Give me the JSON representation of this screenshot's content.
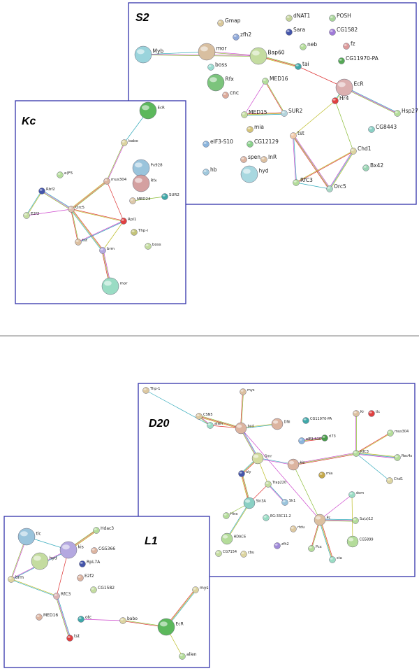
{
  "panels": [
    {
      "id": "S2",
      "label": "S2",
      "nodes": [
        {
          "id": "Gmap",
          "label": "Gmap",
          "color": "#d8c79a",
          "size": "s"
        },
        {
          "id": "dNAT1",
          "label": "dNAT1",
          "color": "#c4d39a",
          "size": "s"
        },
        {
          "id": "POSH",
          "label": "POSH",
          "color": "#a8d49a",
          "size": "s"
        },
        {
          "id": "zfh2",
          "label": "zfh2",
          "color": "#8fa8d8",
          "size": "s"
        },
        {
          "id": "Sara",
          "label": "Sara",
          "color": "#4455aa",
          "size": "s"
        },
        {
          "id": "CG1582",
          "label": "CG1582",
          "color": "#a07ad8",
          "size": "s"
        },
        {
          "id": "Myb",
          "label": "Myb",
          "color": "#9ad4dc",
          "size": "l"
        },
        {
          "id": "mor",
          "label": "mor",
          "color": "#d8bfa0",
          "size": "l"
        },
        {
          "id": "Bap60",
          "label": "Bap60",
          "color": "#c4dca0",
          "size": "l"
        },
        {
          "id": "neb",
          "label": "neb",
          "color": "#b4dc9a",
          "size": "s"
        },
        {
          "id": "fz",
          "label": "fz",
          "color": "#dc9a9a",
          "size": "s"
        },
        {
          "id": "CG11970-PA",
          "label": "CG11970-PA",
          "color": "#55a855",
          "size": "s"
        },
        {
          "id": "boss",
          "label": "boss",
          "color": "#9adcd0",
          "size": "s"
        },
        {
          "id": "tai",
          "label": "tai",
          "color": "#3fa8a8",
          "size": "s"
        },
        {
          "id": "Rfx",
          "label": "Rfx",
          "color": "#7cc47c",
          "size": "l"
        },
        {
          "id": "cnc",
          "label": "cnc",
          "color": "#dcaa9a",
          "size": "s"
        },
        {
          "id": "MED16",
          "label": "MED16",
          "color": "#b4dc9a",
          "size": "s"
        },
        {
          "id": "EcR",
          "label": "EcR",
          "color": "#dcb0b0",
          "size": "l"
        },
        {
          "id": "Hr4",
          "label": "Hr4",
          "color": "#e04040",
          "size": "s"
        },
        {
          "id": "MED15",
          "label": "MED15",
          "color": "#c4dca0",
          "size": "s"
        },
        {
          "id": "SUR2",
          "label": "SUR2",
          "color": "#b4d4dc",
          "size": "s"
        },
        {
          "id": "Hsp27",
          "label": "Hsp27",
          "color": "#b4dc9a",
          "size": "s"
        },
        {
          "id": "mia",
          "label": "mia",
          "color": "#d4c47a",
          "size": "s"
        },
        {
          "id": "tst",
          "label": "tst",
          "color": "#f0c8a8",
          "size": "s"
        },
        {
          "id": "CG8443",
          "label": "CG8443",
          "color": "#8ad0c4",
          "size": "s"
        },
        {
          "id": "eIF3-S10",
          "label": "eIF3-S10",
          "color": "#8ab4dc",
          "size": "s"
        },
        {
          "id": "CG12129",
          "label": "CG12129",
          "color": "#8ad08a",
          "size": "s"
        },
        {
          "id": "Chd1",
          "label": "Chd1",
          "color": "#dcd4a0",
          "size": "s"
        },
        {
          "id": "spen",
          "label": "spen",
          "color": "#dcb4a0",
          "size": "s"
        },
        {
          "id": "InR",
          "label": "InR",
          "color": "#dcc0a0",
          "size": "s"
        },
        {
          "id": "Bx42",
          "label": "Bx42",
          "color": "#9ad4b4",
          "size": "s"
        },
        {
          "id": "hb",
          "label": "hb",
          "color": "#a0c8dc",
          "size": "s"
        },
        {
          "id": "hyd",
          "label": "hyd",
          "color": "#a8d8e0",
          "size": "l"
        },
        {
          "id": "RfC3",
          "label": "RfC3",
          "color": "#b4dc9a",
          "size": "s"
        },
        {
          "id": "Orc5",
          "label": "Orc5",
          "color": "#a8d8c4",
          "size": "s"
        }
      ],
      "edges": [
        [
          "Myb",
          "mor"
        ],
        [
          "mor",
          "Bap60"
        ],
        [
          "Bap60",
          "tai"
        ],
        [
          "tai",
          "EcR"
        ],
        [
          "EcR",
          "Hr4"
        ],
        [
          "EcR",
          "Hsp27"
        ],
        [
          "MED16",
          "MED15"
        ],
        [
          "MED16",
          "SUR2"
        ],
        [
          "MED15",
          "SUR2"
        ],
        [
          "tst",
          "Hr4"
        ],
        [
          "tst",
          "RfC3"
        ],
        [
          "tst",
          "Orc5"
        ],
        [
          "Hr4",
          "Chd1"
        ],
        [
          "Chd1",
          "RfC3"
        ],
        [
          "Chd1",
          "Orc5"
        ],
        [
          "RfC3",
          "Orc5"
        ],
        [
          "Myb",
          "Bap60"
        ]
      ]
    },
    {
      "id": "Kc",
      "label": "Kc",
      "nodes": [
        {
          "id": "EcR",
          "label": "EcR",
          "color": "#5cb85c",
          "size": "l"
        },
        {
          "id": "babo",
          "label": "babo",
          "color": "#dcd4a0",
          "size": "s"
        },
        {
          "id": "Px928",
          "label": "Px928",
          "color": "#9ac4dc",
          "size": "l"
        },
        {
          "id": "Rfx",
          "label": "Rfx",
          "color": "#d4a0a0",
          "size": "l"
        },
        {
          "id": "e(F5",
          "label": "e(F5",
          "color": "#b4dc9a",
          "size": "s"
        },
        {
          "id": "mus304",
          "label": "mus304",
          "color": "#dcb4a0",
          "size": "s"
        },
        {
          "id": "SUR2",
          "label": "SUR2",
          "color": "#3fa8a8",
          "size": "s"
        },
        {
          "id": "Rbf2",
          "label": "Rbf2",
          "color": "#4455aa",
          "size": "s"
        },
        {
          "id": "MED24",
          "label": "MED24",
          "color": "#dcc8a8",
          "size": "s"
        },
        {
          "id": "E2f2",
          "label": "E2f2",
          "color": "#c4dca0",
          "size": "s"
        },
        {
          "id": "Orc5",
          "label": "Orc5",
          "color": "#dcc0b0",
          "size": "s"
        },
        {
          "id": "Rpl1",
          "label": "Rpl1",
          "color": "#e04040",
          "size": "s"
        },
        {
          "id": "Thp-i",
          "label": "Thp-i",
          "color": "#c4c47a",
          "size": "s"
        },
        {
          "id": "tst",
          "label": "tst",
          "color": "#dcc0a0",
          "size": "s"
        },
        {
          "id": "boss",
          "label": "boss",
          "color": "#c4dca0",
          "size": "s"
        },
        {
          "id": "brm",
          "label": "brm",
          "color": "#b4a8e0",
          "size": "s"
        },
        {
          "id": "mor",
          "label": "mor",
          "color": "#9adcc4",
          "size": "l"
        }
      ],
      "edges": [
        [
          "EcR",
          "babo"
        ],
        [
          "babo",
          "mus304"
        ],
        [
          "mus304",
          "Orc5"
        ],
        [
          "mus304",
          "Rpl1"
        ],
        [
          "Rbf2",
          "E2f2"
        ],
        [
          "Rbf2",
          "Orc5"
        ],
        [
          "E2f2",
          "Orc5"
        ],
        [
          "Orc5",
          "tst"
        ],
        [
          "Orc5",
          "brm"
        ],
        [
          "Rpl1",
          "brm"
        ],
        [
          "Rpl1",
          "tst"
        ],
        [
          "brm",
          "mor"
        ],
        [
          "MED24",
          "SUR2"
        ],
        [
          "Orc5",
          "Rpl1"
        ]
      ]
    },
    {
      "id": "D20",
      "label": "D20",
      "nodes": [
        {
          "id": "Thp-1",
          "label": "Thp-1",
          "color": "#dcc8a0",
          "size": "s"
        },
        {
          "id": "mys",
          "label": "mys",
          "color": "#dcc0a0",
          "size": "s"
        },
        {
          "id": "CSN5",
          "label": "CSN5",
          "color": "#dcc8a0",
          "size": "s"
        },
        {
          "id": "alien",
          "label": "alien",
          "color": "#9adcc4",
          "size": "s"
        },
        {
          "id": "bcd",
          "label": "bcd",
          "color": "#dcb4a0",
          "size": "m"
        },
        {
          "id": "DNi",
          "label": "DNi",
          "color": "#dcb4a0",
          "size": "m"
        },
        {
          "id": "CG11970-PA",
          "label": "CG11970-PA",
          "color": "#3fa8a8",
          "size": "s"
        },
        {
          "id": "Kr",
          "label": "Kr",
          "color": "#dcc0a0",
          "size": "s"
        },
        {
          "id": "tlc",
          "label": "tlc",
          "color": "#e04040",
          "size": "s"
        },
        {
          "id": "mus304",
          "label": "mus304",
          "color": "#b4dc9a",
          "size": "s"
        },
        {
          "id": "eIF3-S10",
          "label": "eIF3-S10",
          "color": "#8ab4dc",
          "size": "s"
        },
        {
          "id": "rl73",
          "label": "rl73",
          "color": "#4a9a4a",
          "size": "s"
        },
        {
          "id": "RfC3",
          "label": "RfC3",
          "color": "#b4dc9a",
          "size": "s"
        },
        {
          "id": "Rec4x",
          "label": "Rec4x",
          "color": "#b4dc9a",
          "size": "s"
        },
        {
          "id": "Gmr",
          "label": "Gmr",
          "color": "#d4dca0",
          "size": "m"
        },
        {
          "id": "kis",
          "label": "kis",
          "color": "#dcb4a0",
          "size": "m"
        },
        {
          "id": "Chd1",
          "label": "Chd1",
          "color": "#dcd4a0",
          "size": "s"
        },
        {
          "id": "aly",
          "label": "aly",
          "color": "#4455aa",
          "size": "s"
        },
        {
          "id": "mia",
          "label": "mia",
          "color": "#c4a84a",
          "size": "s"
        },
        {
          "id": "Trap220",
          "label": "Trap220",
          "color": "#c4dca0",
          "size": "s"
        },
        {
          "id": "dom",
          "label": "dom",
          "color": "#9adcc4",
          "size": "s"
        },
        {
          "id": "Sk1",
          "label": "Sk1",
          "color": "#9ac4dc",
          "size": "s"
        },
        {
          "id": "Sin3A",
          "label": "Sin3A",
          "color": "#8ad0c4",
          "size": "m"
        },
        {
          "id": "Hira",
          "label": "Hira",
          "color": "#b4dc9a",
          "size": "s"
        },
        {
          "id": "Pc",
          "label": "Pc",
          "color": "#dcc0a0",
          "size": "m"
        },
        {
          "id": "EG:33C11.2",
          "label": "EG:33C11.2",
          "color": "#9adcc4",
          "size": "s"
        },
        {
          "id": "Su(z)12",
          "label": "Su(z)12",
          "color": "#b4dc9a",
          "size": "s"
        },
        {
          "id": "HDAC6",
          "label": "HDAC6",
          "color": "#b4dc9a",
          "size": "m"
        },
        {
          "id": "CG5899",
          "label": "CG5899",
          "color": "#b4dc9a",
          "size": "m"
        },
        {
          "id": "rtdu",
          "label": "rtdu",
          "color": "#dcc8a0",
          "size": "s"
        },
        {
          "id": "zfh2",
          "label": "zfh2",
          "color": "#a08ad8",
          "size": "s"
        },
        {
          "id": "Pcx",
          "label": "Pcx",
          "color": "#b4dc9a",
          "size": "s"
        },
        {
          "id": "CG7154",
          "label": "CG7154",
          "color": "#c4dca0",
          "size": "s"
        },
        {
          "id": "cbu",
          "label": "cbu",
          "color": "#dcd4a0",
          "size": "s"
        },
        {
          "id": "sta",
          "label": "sta",
          "color": "#9adcc4",
          "size": "s"
        }
      ],
      "edges": [
        [
          "Thp-1",
          "alien"
        ],
        [
          "CSN5",
          "alien"
        ],
        [
          "CSN5",
          "bcd"
        ],
        [
          "alien",
          "bcd"
        ],
        [
          "bcd",
          "DNi"
        ],
        [
          "bcd",
          "Gmr"
        ],
        [
          "bcd",
          "Pc"
        ],
        [
          "mys",
          "bcd"
        ],
        [
          "Gmr",
          "aly"
        ],
        [
          "Gmr",
          "Trap220"
        ],
        [
          "Gmr",
          "kis"
        ],
        [
          "kis",
          "RfC3"
        ],
        [
          "kis",
          "Pc"
        ],
        [
          "RfC3",
          "mus304"
        ],
        [
          "RfC3",
          "Rec4x"
        ],
        [
          "RfC3",
          "Chd1"
        ],
        [
          "RfC3",
          "Kr"
        ],
        [
          "aly",
          "Sin3A"
        ],
        [
          "Trap220",
          "Sin3A"
        ],
        [
          "Sin3A",
          "HDAC6"
        ],
        [
          "Pc",
          "Su(z)12"
        ],
        [
          "Pc",
          "dom"
        ],
        [
          "Pc",
          "Pcx"
        ],
        [
          "Pc",
          "sta"
        ],
        [
          "dom",
          "CG5899"
        ],
        [
          "Trap220",
          "Sk1"
        ],
        [
          "eIF3-S10",
          "rl73"
        ],
        [
          "Sin3A",
          "Hira"
        ]
      ]
    },
    {
      "id": "L1",
      "label": "L1",
      "nodes": [
        {
          "id": "tlc",
          "label": "tlc",
          "color": "#9ac4dc",
          "size": "l"
        },
        {
          "id": "Hdac3",
          "label": "Hdac3",
          "color": "#b4dc9a",
          "size": "s"
        },
        {
          "id": "kis",
          "label": "kis",
          "color": "#b4a8e0",
          "size": "l"
        },
        {
          "id": "hyd",
          "label": "hyd",
          "color": "#c4dca0",
          "size": "l"
        },
        {
          "id": "CG5366",
          "label": "CG5366",
          "color": "#dcb4a0",
          "size": "s"
        },
        {
          "id": "RpL7A",
          "label": "RpL7A",
          "color": "#4455aa",
          "size": "s"
        },
        {
          "id": "E2f2",
          "label": "E2f2",
          "color": "#dcb4a0",
          "size": "s"
        },
        {
          "id": "brm",
          "label": "brm",
          "color": "#dcd4a0",
          "size": "s"
        },
        {
          "id": "CG1582",
          "label": "CG1582",
          "color": "#c4dca0",
          "size": "s"
        },
        {
          "id": "RfC3",
          "label": "RfC3",
          "color": "#dcb4b4",
          "size": "s"
        },
        {
          "id": "mys",
          "label": "mys",
          "color": "#dcd4a0",
          "size": "s"
        },
        {
          "id": "MED16",
          "label": "MED16",
          "color": "#dcb4a0",
          "size": "s"
        },
        {
          "id": "otc",
          "label": "otc",
          "color": "#3fa8a8",
          "size": "s"
        },
        {
          "id": "babo",
          "label": "babo",
          "color": "#dcd4a0",
          "size": "s"
        },
        {
          "id": "EcR",
          "label": "EcR",
          "color": "#5cb85c",
          "size": "l"
        },
        {
          "id": "tst",
          "label": "tst",
          "color": "#e04040",
          "size": "s"
        },
        {
          "id": "alien",
          "label": "alien",
          "color": "#b4dc9a",
          "size": "s"
        }
      ],
      "edges": [
        [
          "tlc",
          "kis"
        ],
        [
          "tlc",
          "brm"
        ],
        [
          "kis",
          "Hdac3"
        ],
        [
          "kis",
          "RfC3"
        ],
        [
          "brm",
          "RfC3"
        ],
        [
          "RfC3",
          "tst"
        ],
        [
          "otc",
          "babo"
        ],
        [
          "babo",
          "EcR"
        ],
        [
          "EcR",
          "mys"
        ],
        [
          "EcR",
          "alien"
        ],
        [
          "kis",
          "brm"
        ]
      ]
    }
  ]
}
